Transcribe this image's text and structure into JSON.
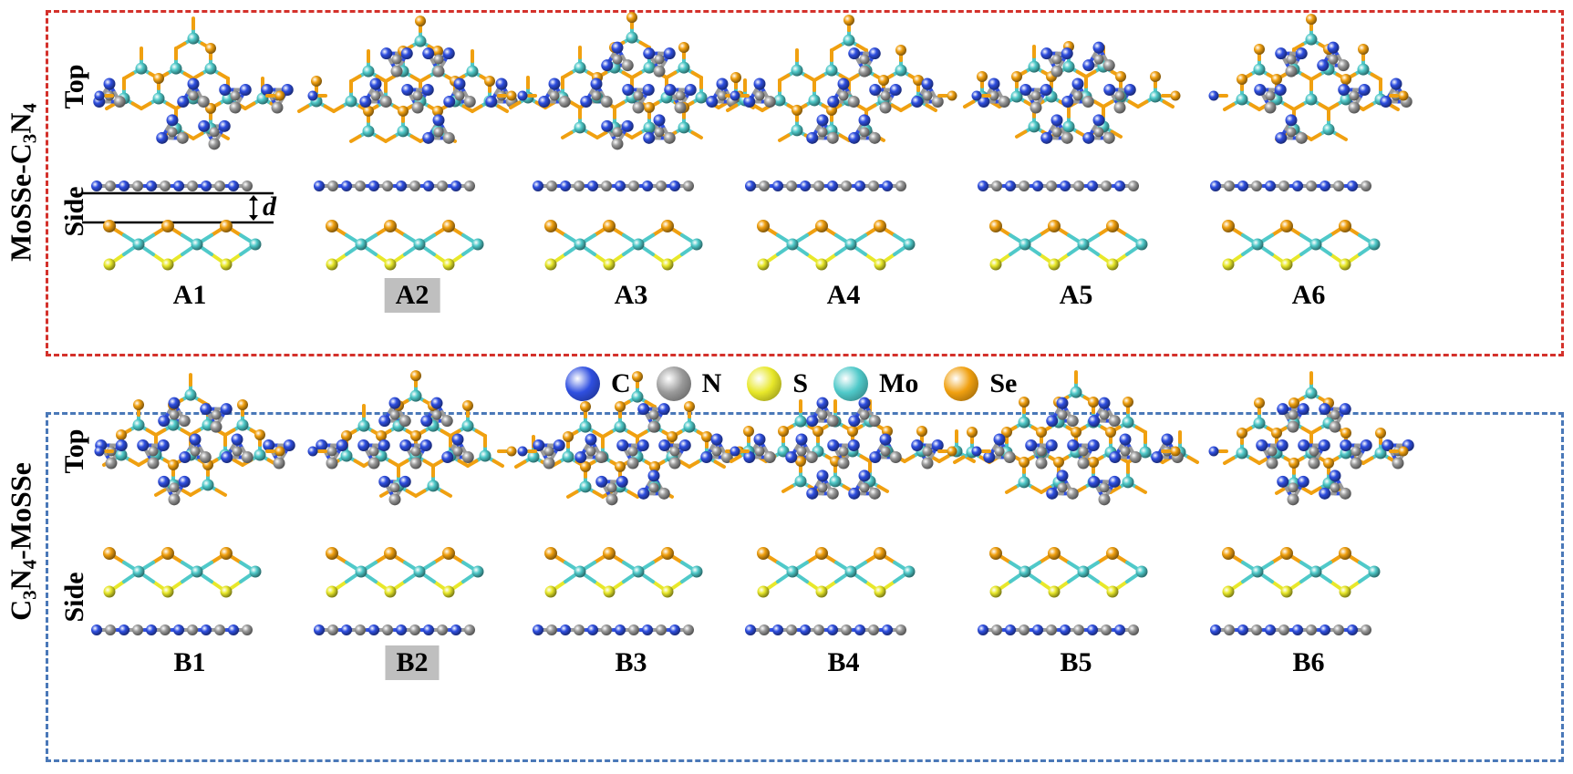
{
  "panels": {
    "top": {
      "title_parts": [
        "MoSSe-C",
        "3",
        "N",
        "4"
      ],
      "row_top": "Top",
      "row_side": "Side",
      "interlayer_label": "d",
      "captions": [
        "A1",
        "A2",
        "A3",
        "A4",
        "A5",
        "A6"
      ],
      "highlighted": "A2"
    },
    "bottom": {
      "title_parts": [
        "C",
        "3",
        "N",
        "4",
        "-MoSSe"
      ],
      "row_top": "Top",
      "row_side": "Side",
      "captions": [
        "B1",
        "B2",
        "B3",
        "B4",
        "B5",
        "B6"
      ],
      "highlighted": "B2"
    }
  },
  "legend": [
    {
      "label": "C",
      "color": "#2f4fe0"
    },
    {
      "label": "N",
      "color": "#9a9a9a"
    },
    {
      "label": "S",
      "color": "#e8e82a"
    },
    {
      "label": "Mo",
      "color": "#4fc9c9"
    },
    {
      "label": "Se",
      "color": "#f0a010"
    }
  ],
  "colors": {
    "panel_a_border": "#d4312b",
    "panel_b_border": "#4a78b8",
    "highlight": "#bfbfbf"
  }
}
